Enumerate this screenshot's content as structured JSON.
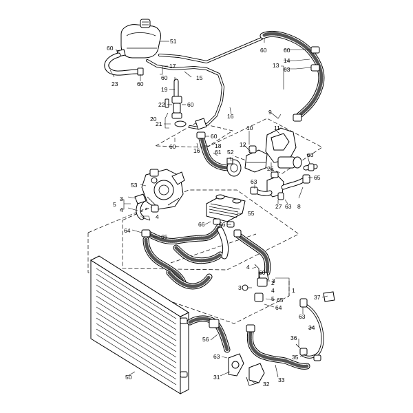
{
  "callouts": {
    "c51": "51",
    "c60_tank_left": "60",
    "c23": "23",
    "c60_tank_bottom": "60",
    "c17": "17",
    "c15": "15",
    "c60_r1": "60",
    "c19": "19",
    "c22": "22",
    "c60_r2": "60",
    "c21": "21",
    "c20": "20",
    "c16_top": "16",
    "c60_r3": "60",
    "c60_r4": "60",
    "c16_mid": "16",
    "c18": "18",
    "c61": "61",
    "c52": "52",
    "c60_top": "60",
    "c60_stack": "60",
    "c14": "14",
    "c63_stack": "63",
    "c13": "13",
    "c9": "9",
    "c10": "10",
    "c11": "11",
    "c12": "12",
    "c26": "26",
    "c63_valve_r": "63",
    "c65_valve_r": "65",
    "c63_valve_l": "63",
    "c27": "27",
    "c63_valve_b": "63",
    "c8": "8",
    "c53": "53",
    "c3_pump": "3",
    "c5_pump": "5",
    "c4_pump": "4",
    "c4_pump_b": "4",
    "c55": "55",
    "c66_l": "66",
    "c66_r": "66",
    "c64_l": "64",
    "c65_l": "65",
    "c4_mid": "4",
    "c60_mid": "60",
    "c3_mid": "3",
    "c3_small": "3",
    "c2": "2",
    "c4_b": "4",
    "c5_b": "5",
    "c1": "1",
    "c65_b": "65",
    "c64_b": "64",
    "c37": "37",
    "c63_fr": "63",
    "c34": "34",
    "c36": "36",
    "c35": "35",
    "c56": "56",
    "c63_bl": "63",
    "c50": "50",
    "c31": "31",
    "c32": "32",
    "c33": "33"
  }
}
